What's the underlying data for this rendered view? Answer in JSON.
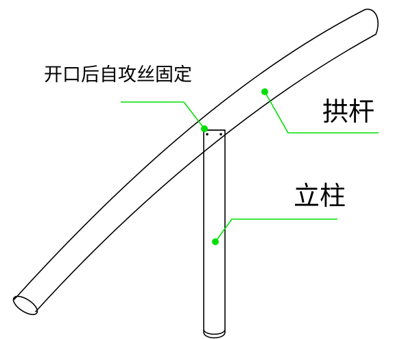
{
  "labels": {
    "note": "开口后自攻丝固定",
    "arch_bar": "拱杆",
    "post": "立柱"
  },
  "colors": {
    "outline": "#000000",
    "leader": "#00e000"
  }
}
